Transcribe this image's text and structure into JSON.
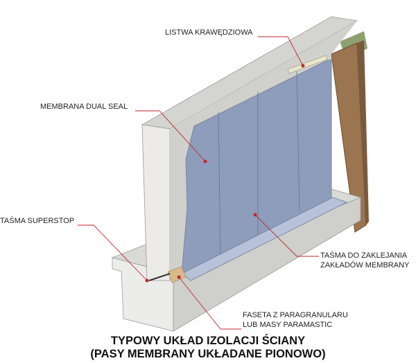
{
  "labels": {
    "edge_strip": "LISTWA KRAWĘDZIOWA",
    "membrane": "MEMBRANA DUAL SEAL",
    "tape_superstop": "TAŚMA SUPERSTOP",
    "overlap_tape_line1": "TAŚMA DO ZAKLEJANIA",
    "overlap_tape_line2": "ZAKŁADÓW MEMBRANY",
    "fillet_line1": "FASETA Z PARAGRANULARU",
    "fillet_line2": "LUB MASY PARAMASTIC"
  },
  "title": {
    "line1": "TYPOWY UKŁAD IZOLACJI ŚCIANY",
    "line2": "(PASY MEMBRANY UKŁADANE PIONOWO)"
  },
  "colors": {
    "membrane": "#8d9dbb",
    "concrete": "#e4e4e2",
    "wood": "#9b7450",
    "leader": "#c0262c"
  }
}
